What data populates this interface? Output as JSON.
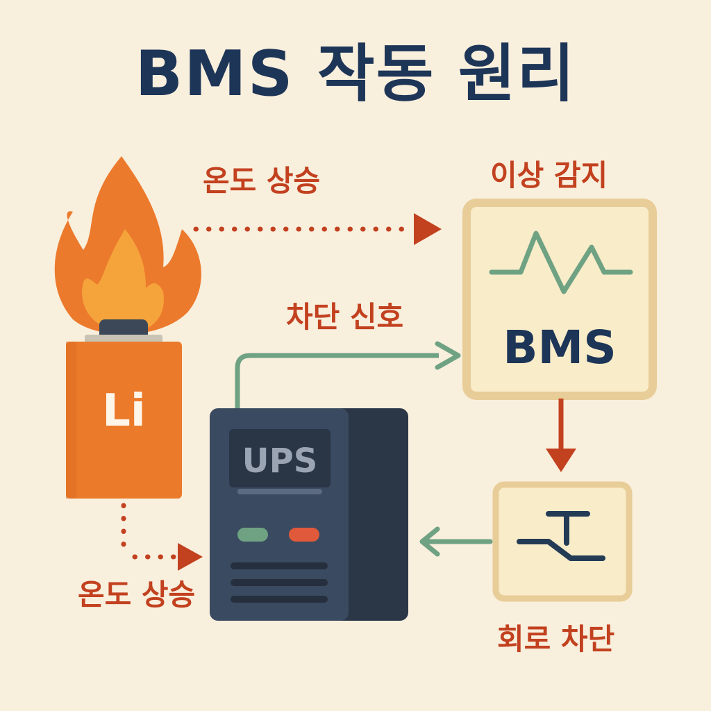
{
  "title": "BMS 작동 원리",
  "labels": {
    "temp_rise_top": "온도 상승",
    "anomaly_detect": "이상 감지",
    "cutoff_signal": "차단 신호",
    "temp_rise_bottom": "온도 상승",
    "circuit_break": "회로 차단"
  },
  "battery": {
    "label": "Li"
  },
  "bms": {
    "label": "BMS"
  },
  "ups": {
    "label": "UPS"
  },
  "colors": {
    "background": "#f9efdd",
    "title": "#1d3557",
    "label_red": "#c2411f",
    "arrow_red": "#c2411f",
    "arrow_green": "#6fa283",
    "battery_orange": "#eb7a2b",
    "bms_border": "#e8cd98",
    "bms_fill": "#f8ecc9",
    "ups_dark": "#3a4a60",
    "ups_darker": "#2b3647"
  },
  "icons": {
    "flame": "fire-icon",
    "waveform": "waveform-icon",
    "switch": "circuit-switch-icon"
  }
}
